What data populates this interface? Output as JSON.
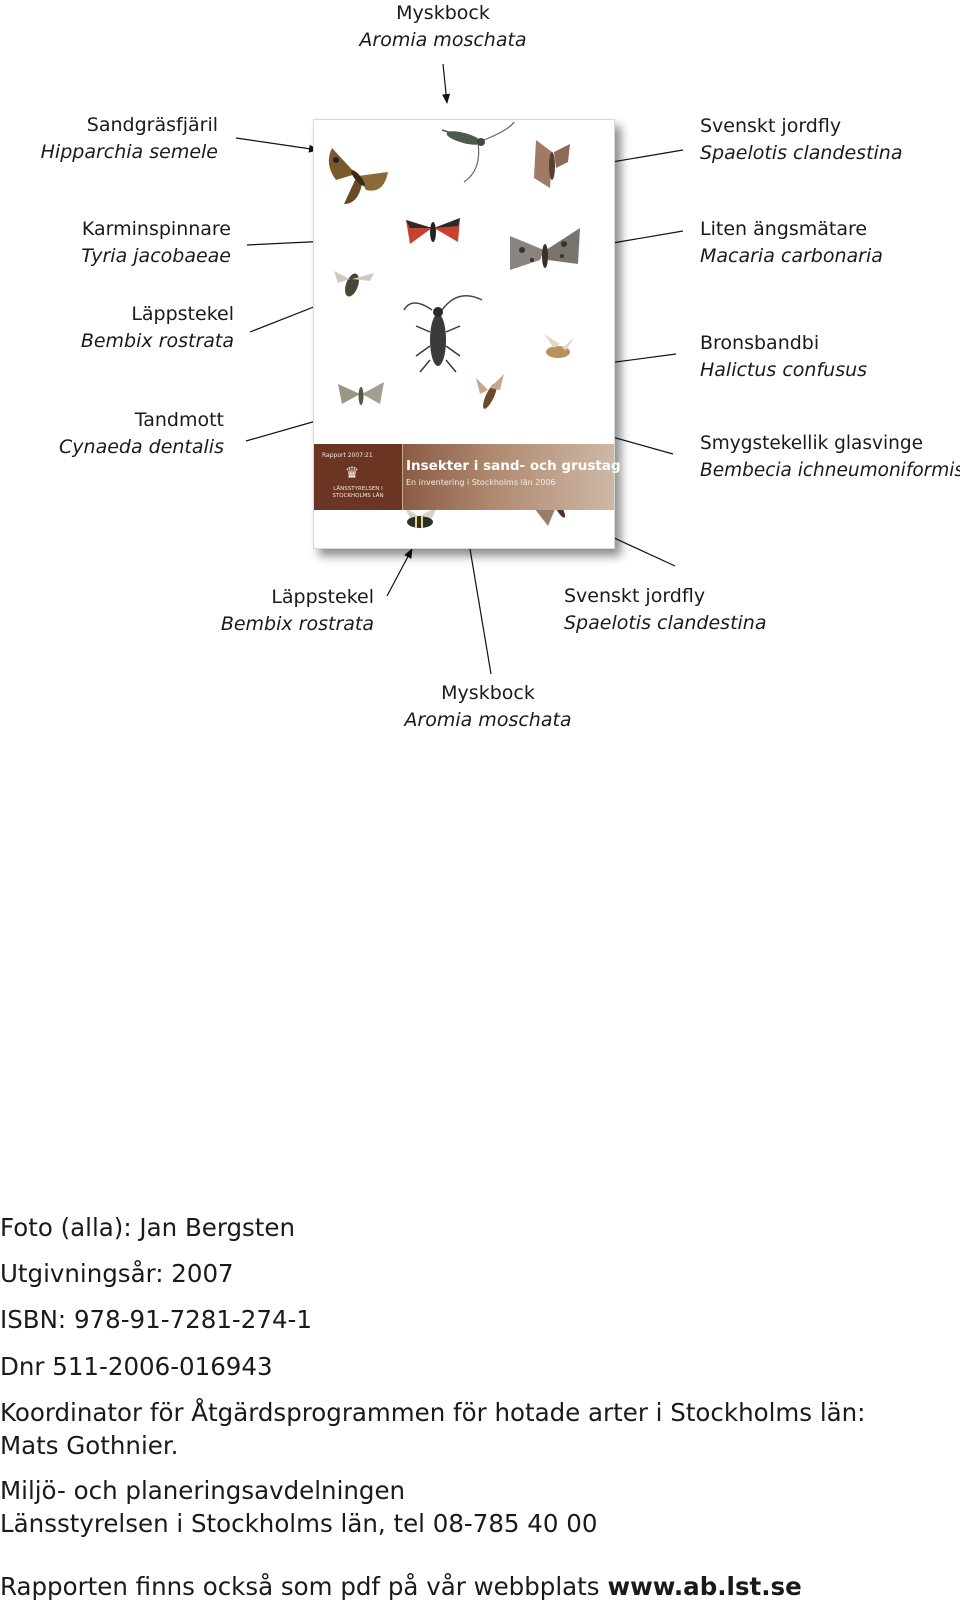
{
  "labels": {
    "top_myskbock": {
      "common": "Myskbock",
      "latin": "Aromia moschata"
    },
    "sandgrasfjaril": {
      "common": "Sandgräsfjäril",
      "latin": "Hipparchia semele"
    },
    "karminspinnare": {
      "common": "Karminspinnare",
      "latin": "Tyria jacobaeae"
    },
    "lappstekel_left": {
      "common": "Läppstekel",
      "latin": "Bembix rostrata"
    },
    "tandmott": {
      "common": "Tandmott",
      "latin": "Cynaeda dentalis"
    },
    "jordfly_top": {
      "common": "Svenskt jordfly",
      "latin": "Spaelotis clandestina"
    },
    "angsmatare": {
      "common": "Liten ängsmätare",
      "latin": "Macaria carbonaria"
    },
    "bronsbandbi": {
      "common": "Bronsbandbi",
      "latin": "Halictus confusus"
    },
    "glasvinge": {
      "common": "Smygstekellik glasvinge",
      "latin": "Bembecia ichneumoniformis"
    },
    "lappstekel_bottom": {
      "common": "Läppstekel",
      "latin": "Bembix rostrata"
    },
    "jordfly_bottom": {
      "common": "Svenskt jordfly",
      "latin": "Spaelotis clandestina"
    },
    "bottom_myskbock": {
      "common": "Myskbock",
      "latin": "Aromia moschata"
    }
  },
  "cover": {
    "series": "Rapport 2007:21",
    "title": "Insekter i sand- och grustag",
    "subtitle": "En inventering i Stockholms län 2006",
    "agency": "LÄNSSTYRELSEN I STOCKHOLMS LÄN",
    "band_color": "#6b3523"
  },
  "info": {
    "photo": "Foto (alla):  Jan Bergsten",
    "year": "Utgivningsår: 2007",
    "isbn": "ISBN:  978-91-7281-274-1",
    "dnr": "Dnr 511-2006-016943",
    "coordinator_1": "Koordinator för Åtgärdsprogrammen för hotade arter i Stockholms län:",
    "coordinator_2": "Mats Gothnier.",
    "department": "Miljö- och planeringsavdelningen",
    "agency_contact": "Länsstyrelsen i Stockholms län, tel 08-785 40 00",
    "report_pdf": "Rapporten finns också som pdf på vår webbplats",
    "website": "www.ab.lst.se"
  }
}
